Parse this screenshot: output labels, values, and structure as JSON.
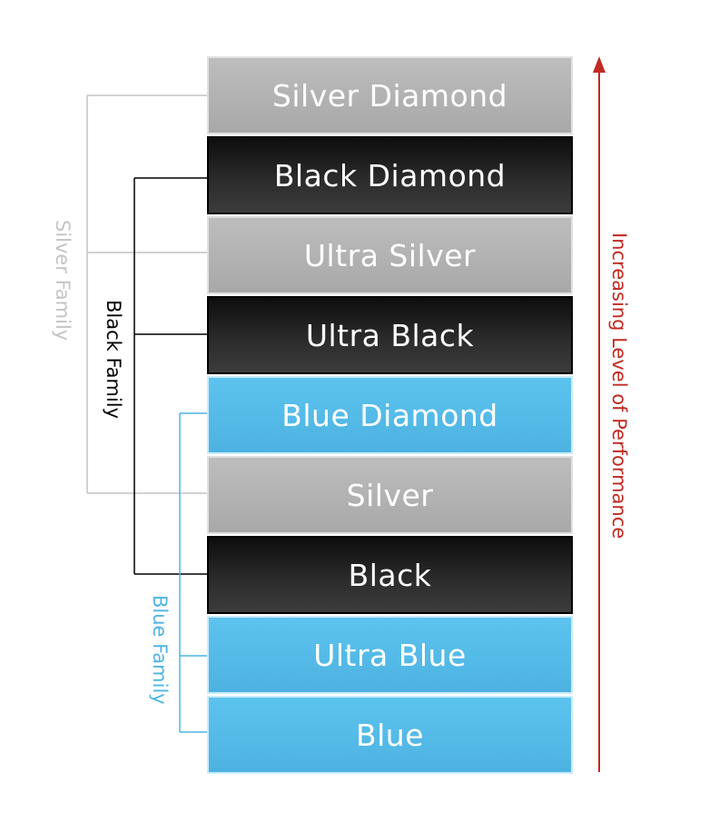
{
  "tiers": [
    {
      "label": "Silver Diamond",
      "family": "silver"
    },
    {
      "label": "Black Diamond",
      "family": "black"
    },
    {
      "label": "Ultra Silver",
      "family": "silver"
    },
    {
      "label": "Ultra Black",
      "family": "black"
    },
    {
      "label": "Blue Diamond",
      "family": "blue"
    },
    {
      "label": "Silver",
      "family": "silver"
    },
    {
      "label": "Black",
      "family": "black"
    },
    {
      "label": "Ultra Blue",
      "family": "blue"
    },
    {
      "label": "Blue",
      "family": "blue"
    }
  ],
  "families": {
    "silver": {
      "label": "Silver Family",
      "color": "#c4c4c4"
    },
    "black": {
      "label": "Black Family",
      "color": "#000000"
    },
    "blue": {
      "label": "Blue Family",
      "color": "#4fb4e3"
    }
  },
  "performance": {
    "label": "Increasing Level of Performance",
    "color": "#c12a22"
  }
}
